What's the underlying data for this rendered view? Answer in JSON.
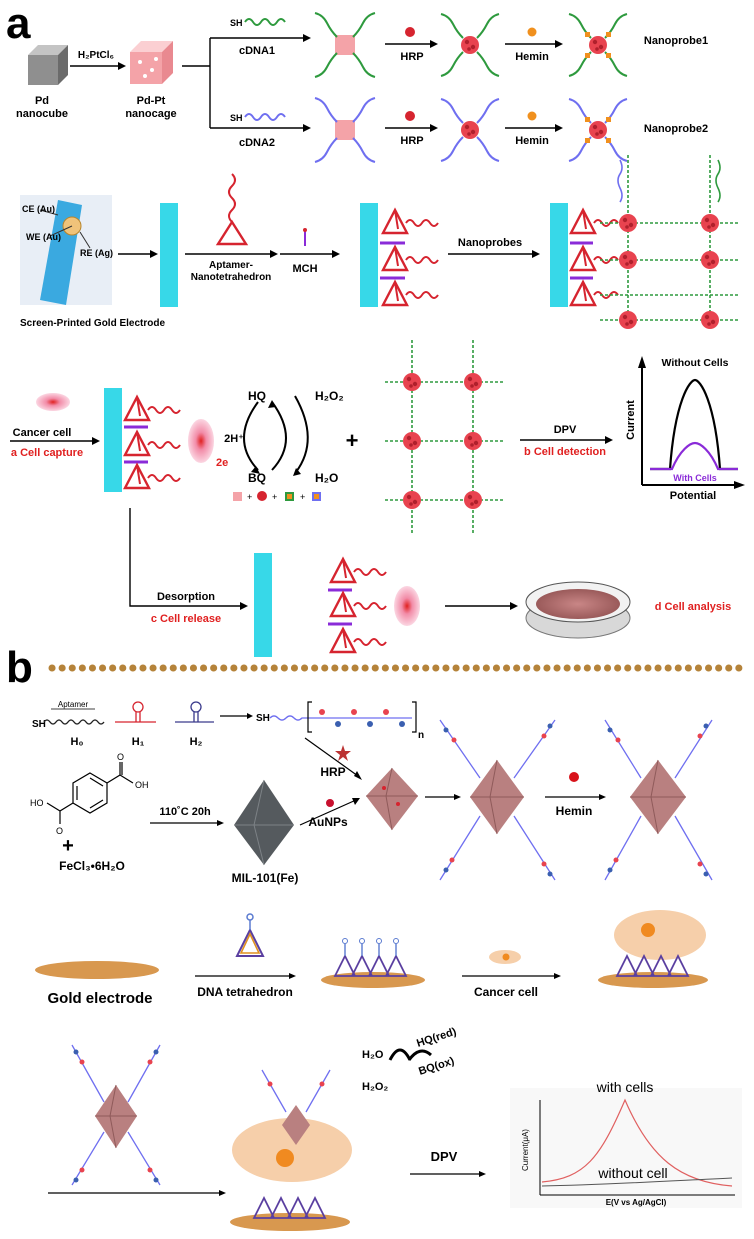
{
  "panel_a": {
    "label": "a",
    "synthesis": {
      "pd_label": [
        "Pd",
        "nanocube"
      ],
      "reagent": "H₂PtCl₆",
      "pdpt_label": [
        "Pd-Pt",
        "nanocage"
      ],
      "cdna1": "cDNA1",
      "cdna2": "cDNA2",
      "sh": "SH",
      "hrp": "HRP",
      "hemin": "Hemin",
      "probe1": "Nanoprobe1",
      "probe2": "Nanoprobe2"
    },
    "electrode": {
      "ce": "CE (Au)",
      "we": "WE (Au)",
      "re": "RE (Ag)",
      "caption": "Screen-Printed Gold Electrode",
      "aptamer": [
        "Aptamer-",
        "Nanotetrahedron"
      ],
      "mch": "MCH",
      "nanoprobes": "Nanoprobes"
    },
    "detection": {
      "cancer_cell": "Cancer cell",
      "cell_capture": "a Cell capture",
      "hq": "HQ",
      "bq": "BQ",
      "h2o2": "H₂O₂",
      "h2o": "H₂O",
      "two_h": "2H⁺",
      "two_e": "2e",
      "plus": "+",
      "dpv": "DPV",
      "cell_detection": "b Cell detection",
      "without_cells": "Without Cells",
      "with_cells": "With Cells",
      "current": "Current",
      "potential": "Potential"
    },
    "release": {
      "desorption": "Desorption",
      "cell_release": "c Cell release",
      "cell_analysis": "d Cell analysis"
    }
  },
  "panel_b": {
    "label": "b",
    "sh": "SH",
    "aptamer": "Aptamer",
    "h0": "H₀",
    "h1": "H₁",
    "h2": "H₂",
    "n": "n",
    "hrp": "HRP",
    "aunps": "AuNPs",
    "condition": "110˚C  20h",
    "mof": "MIL-101(Fe)",
    "fecl3": "FeCl₃•6H₂O",
    "oh": "OH",
    "ho": "HO",
    "o": "O",
    "plus": "+",
    "hemin": "Hemin",
    "gold_electrode": "Gold electrode",
    "dna_tetrahedron": "DNA tetrahedron",
    "cancer_cell": "Cancer cell",
    "h2o": "H₂O",
    "h2o2": "H₂O₂",
    "hq_red": "HQ(red)",
    "bq_ox": "BQ(ox)",
    "dpv": "DPV",
    "with_cells": "with cells",
    "without_cell": "without cell",
    "y_axis": "Current(μA)",
    "x_axis": "E(V vs Ag/AgCl)"
  },
  "colors": {
    "red_label": "#e02020",
    "probe_red": "#e8434f",
    "green_dna": "#2e9a3e",
    "blue_dna": "#6f6ff0",
    "cyan_electrode": "#37d8e8",
    "purple_mch": "#8a2bd8",
    "divider_dots": "#b5833a",
    "gold": "#d8984f",
    "mof_gray": "#555a5e",
    "octahedron_pink": "#b98080"
  }
}
